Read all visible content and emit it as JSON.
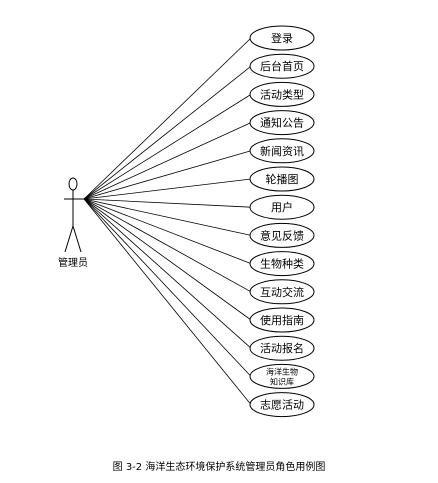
{
  "actor": {
    "label": "管理员"
  },
  "use_cases": [
    "登录",
    "后台首页",
    "活动类型",
    "通知公告",
    "新闻资讯",
    "轮播图",
    "用户",
    "意见反馈",
    "生物种类",
    "互动交流",
    "使用指南",
    "活动报名",
    [
      "海洋生物",
      "知识库"
    ],
    "志愿活动"
  ],
  "caption": "图 3-2  海洋生态环境保护系统管理员角色用例图"
}
